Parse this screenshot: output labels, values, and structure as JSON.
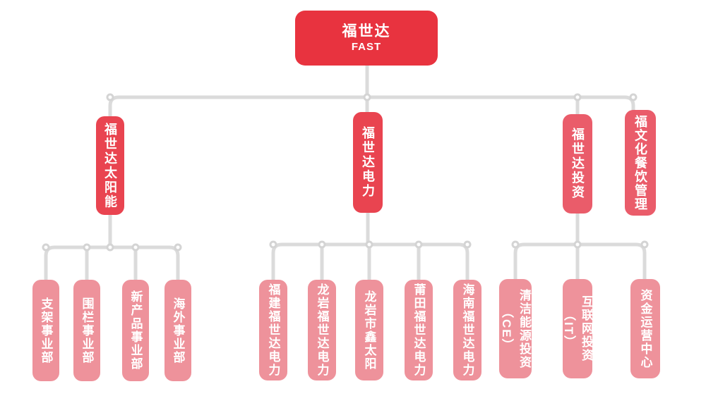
{
  "chart": {
    "type": "org-chart",
    "root": {
      "name": "福世达",
      "subtitle": "FAST"
    },
    "branches": [
      {
        "label": "福世达太阳能",
        "children": [
          {
            "label": "支架事业部"
          },
          {
            "label": "围栏事业部"
          },
          {
            "label": "新产品事业部"
          },
          {
            "label": "海外事业部"
          }
        ]
      },
      {
        "label": "福世达电力",
        "children": [
          {
            "label": "福建福世达电力"
          },
          {
            "label": "龙岩福世达电力"
          },
          {
            "label": "龙岩市鑫太阳"
          },
          {
            "label": "莆田福世达电力"
          },
          {
            "label": "海南福世达电力"
          }
        ]
      },
      {
        "label": "福世达投资",
        "children": [
          {
            "label": "清洁能源投资",
            "suffix": "（CE）"
          },
          {
            "label": "互联网投资",
            "suffix": "（IT）"
          },
          {
            "label": "资金运营中心"
          }
        ]
      },
      {
        "label": "福文化餐饮管理",
        "children": []
      }
    ],
    "colors": {
      "level1": "#E8333F",
      "level2_primary": "#E94450",
      "level2_secondary": "#EA5C6A",
      "level3": "#EE929B",
      "connector": "#DBDBDB"
    }
  }
}
